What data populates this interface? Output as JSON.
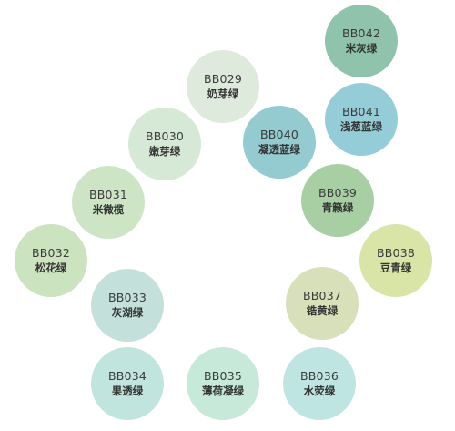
{
  "swatches": [
    {
      "code": "BB042",
      "name": "米灰绿",
      "color": "#8fc3ab"
    },
    {
      "code": "BB041",
      "name": "浅葱蓝绿",
      "color": "#94cdd7"
    },
    {
      "code": "BB029",
      "name": "奶芽绿",
      "color": "#deeadb"
    },
    {
      "code": "BB030",
      "name": "嫩芽绿",
      "color": "#d6e8d6"
    },
    {
      "code": "BB040",
      "name": "凝透蓝绿",
      "color": "#93cbd0"
    },
    {
      "code": "BB031",
      "name": "米微榄",
      "color": "#cde5c5"
    },
    {
      "code": "BB039",
      "name": "青籁绿",
      "color": "#a8cfa3"
    },
    {
      "code": "BB032",
      "name": "松花绿",
      "color": "#cce3bf"
    },
    {
      "code": "BB038",
      "name": "豆青绿",
      "color": "#d9e4a7"
    },
    {
      "code": "BB033",
      "name": "灰湖绿",
      "color": "#c3e1da"
    },
    {
      "code": "BB037",
      "name": "锆黄绿",
      "color": "#d7e0b9"
    },
    {
      "code": "BB034",
      "name": "果透绿",
      "color": "#c0e4de"
    },
    {
      "code": "BB035",
      "name": "薄荷凝绿",
      "color": "#c6e9d9"
    },
    {
      "code": "BB036",
      "name": "水荧绿",
      "color": "#bfe5e2"
    }
  ]
}
